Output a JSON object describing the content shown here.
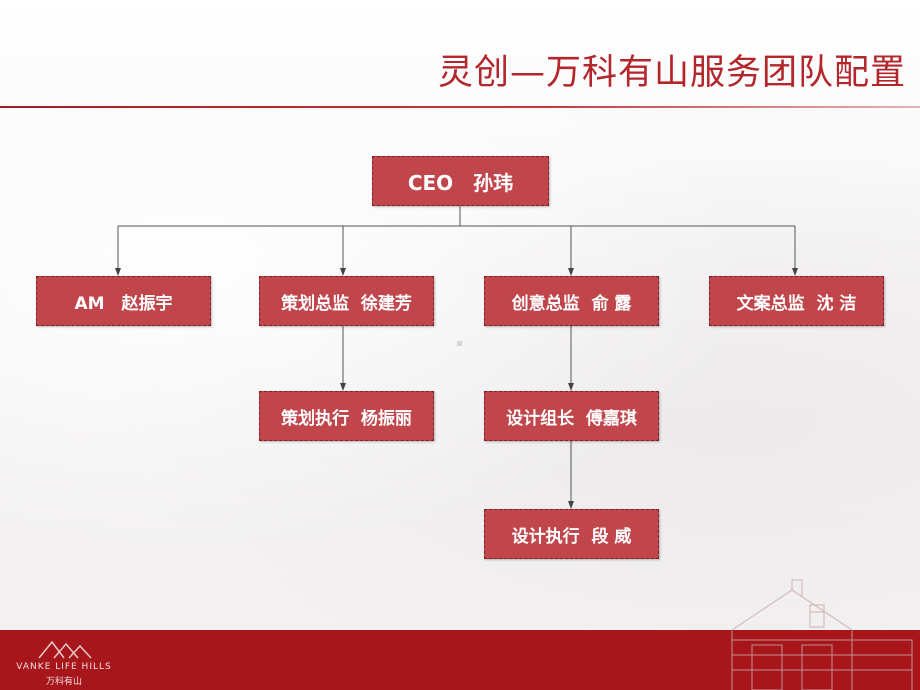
{
  "slide": {
    "title": "灵创—万科有山服务团队配置"
  },
  "org_chart": {
    "ceo": "CEO　孙玮",
    "level1": [
      "AM　赵振宇",
      "策划总监  徐建芳",
      "创意总监  俞 露",
      "文案总监  沈 洁"
    ],
    "level2": [
      "策划执行  杨振丽",
      "设计组长  傅嘉琪"
    ],
    "level3": [
      "设计执行  段 威"
    ]
  },
  "brand": {
    "logo_text": "VANKE LIFE HILLS",
    "logo_sub": "万科有山"
  },
  "colors": {
    "accent": "#b3262b",
    "box_fill": "#c0464b",
    "band": "#a6161b"
  }
}
